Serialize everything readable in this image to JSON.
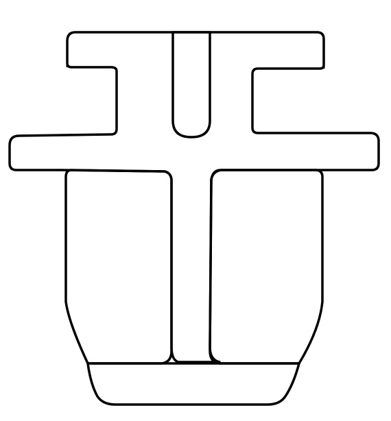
{
  "figure": {
    "kind": "cross-section",
    "line_color": "#000000",
    "background": "#ffffff",
    "fills": [
      "diagonal-hatch",
      "dense-stipple",
      "sparse-stipple"
    ]
  }
}
